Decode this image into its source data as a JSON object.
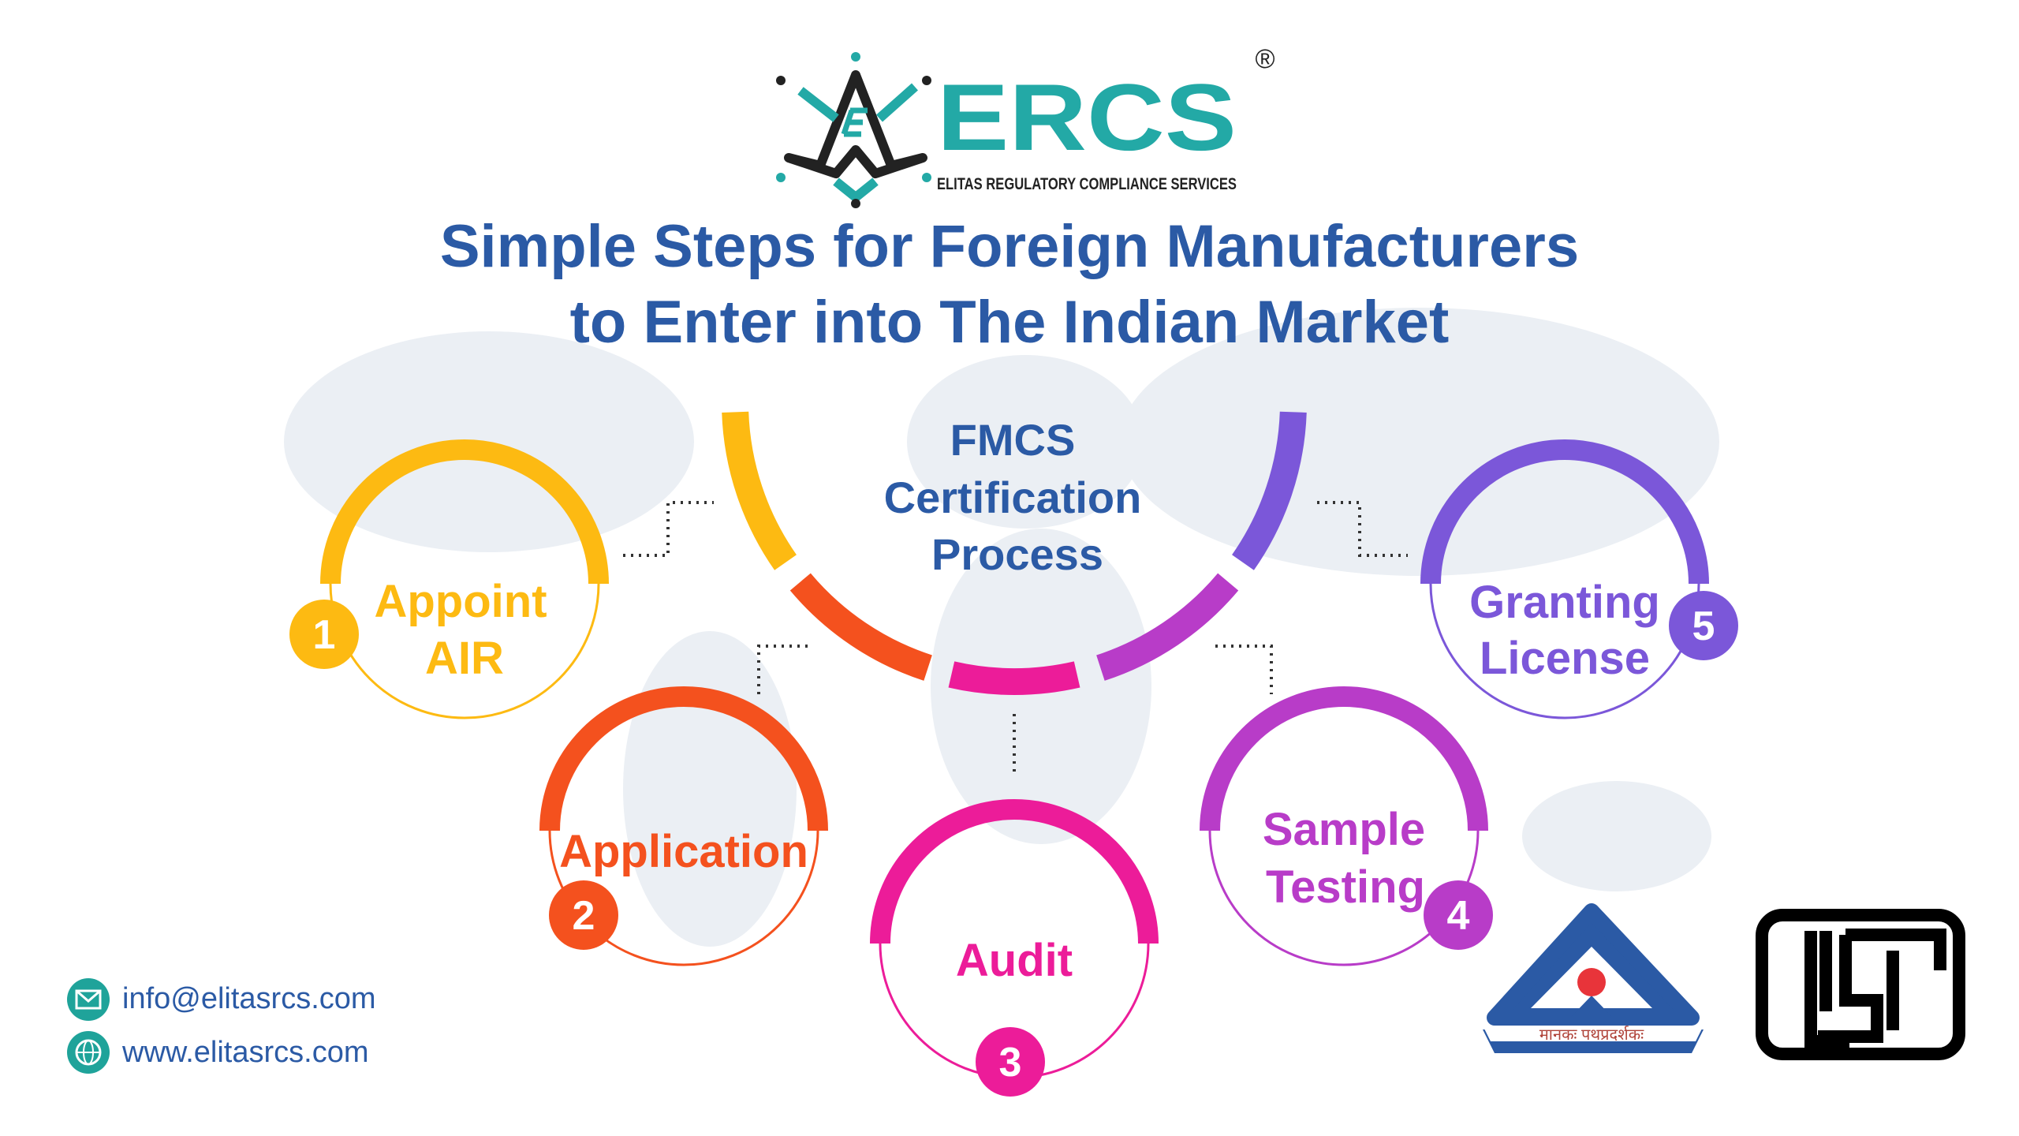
{
  "logo": {
    "name": "ERCS",
    "tagline": "ELITAS REGULATORY COMPLIANCE SERVICES",
    "registered": "®"
  },
  "title": {
    "line1": "Simple Steps for Foreign Manufacturers",
    "line2": "to Enter into The Indian Market"
  },
  "center": {
    "line1": "FMCS",
    "line2": "Certification",
    "line3": "Process"
  },
  "steps": [
    {
      "number": "1",
      "line1": "Appoint",
      "line2": "AIR",
      "color": "#FDBA12"
    },
    {
      "number": "2",
      "line1": "Application",
      "line2": "",
      "color": "#F4511E"
    },
    {
      "number": "3",
      "line1": "Audit",
      "line2": "",
      "color": "#EC1C99"
    },
    {
      "number": "4",
      "line1": "Sample",
      "line2": "Testing",
      "color": "#B83CC8"
    },
    {
      "number": "5",
      "line1": "Granting",
      "line2": "License",
      "color": "#7B57D9"
    }
  ],
  "contact": {
    "email": "info@elitasrcs.com",
    "website": "www.elitasrcs.com",
    "icon_color": "#1FA39A"
  },
  "bis_logo": {
    "motto": "मानकः पथप्रदर्शकः",
    "color": "#2B5AA5",
    "dot": "#E8343A"
  },
  "isi_logo": {
    "text": "ISI"
  },
  "colors": {
    "title": "#2B5AA5",
    "brand": "#23A9A6"
  }
}
